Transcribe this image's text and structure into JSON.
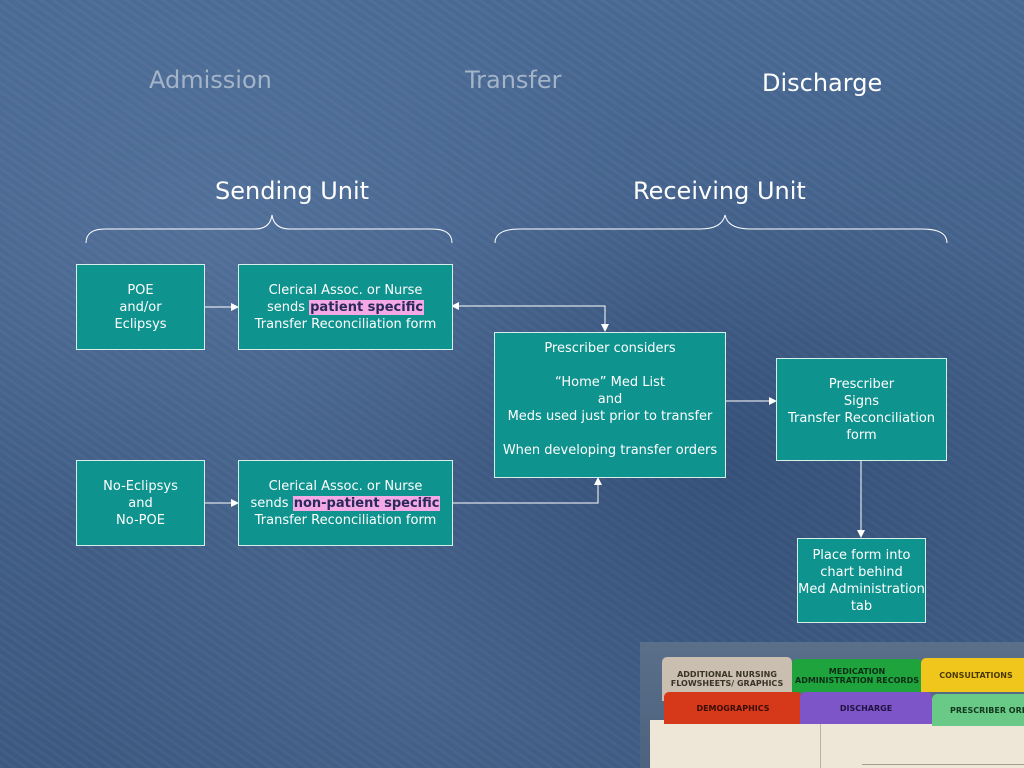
{
  "nav": {
    "admission": "Admission",
    "transfer": "Transfer",
    "discharge": "Discharge"
  },
  "units": {
    "sending": "Sending Unit",
    "receiving": "Receiving Unit"
  },
  "boxes": {
    "poe": {
      "lines": [
        "POE",
        "and/or",
        "Eclipsys"
      ]
    },
    "no_eclipsys": {
      "lines": [
        "No-Eclipsys",
        "and",
        "No-POE"
      ]
    },
    "clerical_specific": {
      "line1": "Clerical Assoc. or Nurse",
      "sends": "sends",
      "highlight": "patient specific",
      "line3": "Transfer Reconciliation form"
    },
    "clerical_nonspecific": {
      "line1": "Clerical Assoc. or Nurse",
      "sends": "sends",
      "highlight": "non-patient specific",
      "line3": "Transfer Reconciliation form"
    },
    "prescriber_considers": {
      "line1": "Prescriber considers",
      "line2": "“Home” Med List",
      "line3": "and",
      "line4": "Meds used just prior to transfer",
      "line5": "When developing transfer orders"
    },
    "prescriber_signs": {
      "lines": [
        "Prescriber",
        "Signs",
        "Transfer Reconciliation",
        "form"
      ]
    },
    "place_form": {
      "lines": [
        "Place form into",
        "chart behind",
        "Med Administration",
        "tab"
      ]
    }
  },
  "chart_tabs": {
    "nursing": "ADDITIONAL NURSING FLOWSHEETS/ GRAPHICS",
    "med_admin": "MEDICATION ADMINISTRATION RECORDS",
    "consultations": "CONSULTATIONS",
    "demographics": "DEMOGRAPHICS",
    "discharge": "DISCHARGE",
    "prescriber_orders": "PRESCRIBER ORDERS"
  },
  "colors": {
    "box_fill": "#0f938e",
    "highlight": "#f4a8e6",
    "nav_inactive": "#a4b4c8",
    "tab_nursing": "#c9beb0",
    "tab_med_admin": "#1fa33c",
    "tab_consultations": "#f1c61c",
    "tab_demographics": "#d6381a",
    "tab_discharge": "#7d55c8",
    "tab_prescriber_orders": "#69c987"
  }
}
